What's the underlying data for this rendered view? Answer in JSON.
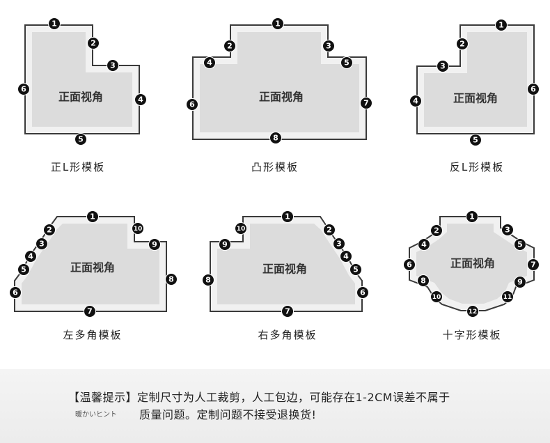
{
  "view_label": "正面视角",
  "templates": [
    {
      "id": "l-right",
      "caption": "正L形模板",
      "markers": [
        "1",
        "2",
        "3",
        "4",
        "5",
        "6"
      ]
    },
    {
      "id": "convex",
      "caption": "凸形模板",
      "markers": [
        "1",
        "2",
        "3",
        "4",
        "5",
        "6",
        "7",
        "8"
      ]
    },
    {
      "id": "l-reverse",
      "caption": "反L形模板",
      "markers": [
        "1",
        "2",
        "3",
        "4",
        "5",
        "6"
      ]
    },
    {
      "id": "left-poly",
      "caption": "左多角模板",
      "markers": [
        "1",
        "2",
        "3",
        "4",
        "5",
        "6",
        "7",
        "8",
        "9",
        "10"
      ]
    },
    {
      "id": "right-poly",
      "caption": "右多角模板",
      "markers": [
        "1",
        "2",
        "3",
        "4",
        "5",
        "6",
        "7",
        "8",
        "9",
        "10"
      ]
    },
    {
      "id": "cross",
      "caption": "十字形模板",
      "markers": [
        "1",
        "2",
        "3",
        "4",
        "5",
        "6",
        "7",
        "8",
        "9",
        "10",
        "11",
        "12"
      ]
    }
  ],
  "notice": {
    "line1": "【温馨提示】定制尺寸为人工裁剪，人工包边，可能存在1-2CM误差不属于",
    "sub": "暖かいヒント",
    "line2": "质量问题。定制问题不接受退换货!"
  },
  "colors": {
    "outline": "#3a3a3a",
    "outer_fill": "#f1f1f1",
    "inner_fill": "#dcdcdc",
    "marker_fill": "#111111",
    "marker_text": "#ffffff"
  }
}
